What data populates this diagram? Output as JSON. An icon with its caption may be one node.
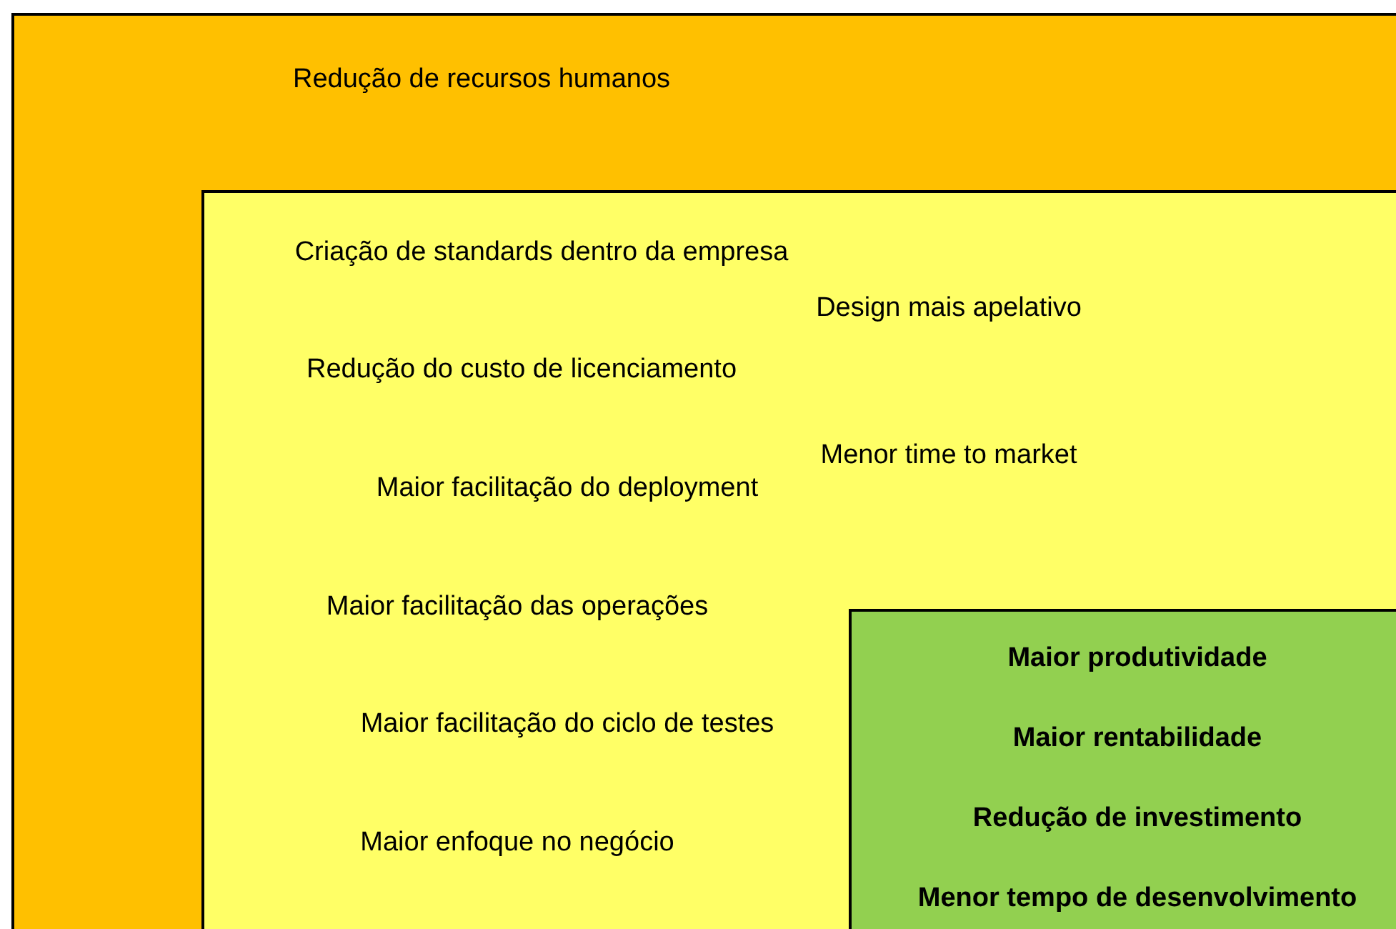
{
  "diagram": {
    "nodes": [
      {
        "text": [
          "Redução de recursos humanos"
        ]
      },
      {
        "text": [
          "Criação de standards dentro da empresa",
          "Redução do custo de licenciamento",
          "Maior facilitação do deployment",
          "Maior facilitação das operações",
          "Maior facilitação do ciclo de testes",
          "Maior enfoque no negócio",
          "Design mais apelativo",
          "Menor time to market"
        ],
        "in": 0
      },
      {
        "text": [
          "Maior produtividade",
          "Maior rentabilidade",
          "Redução de investimento",
          "Menor tempo de desenvolvimento"
        ],
        "in": 1
      }
    ]
  }
}
